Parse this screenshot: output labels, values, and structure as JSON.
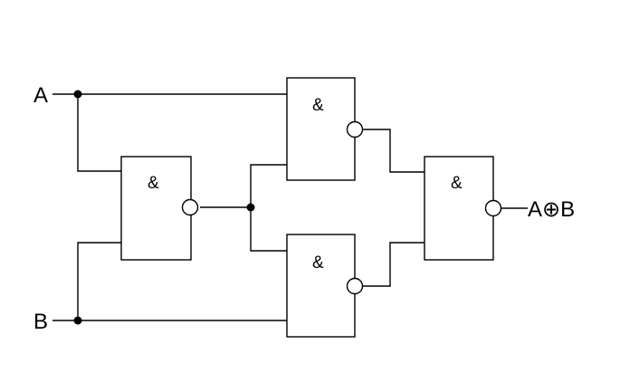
{
  "inputs": {
    "a": "A",
    "b": "B"
  },
  "output": {
    "label": "A⊕B"
  },
  "gates": [
    {
      "symbol": "&"
    },
    {
      "symbol": "&"
    },
    {
      "symbol": "&"
    },
    {
      "symbol": "&"
    }
  ]
}
